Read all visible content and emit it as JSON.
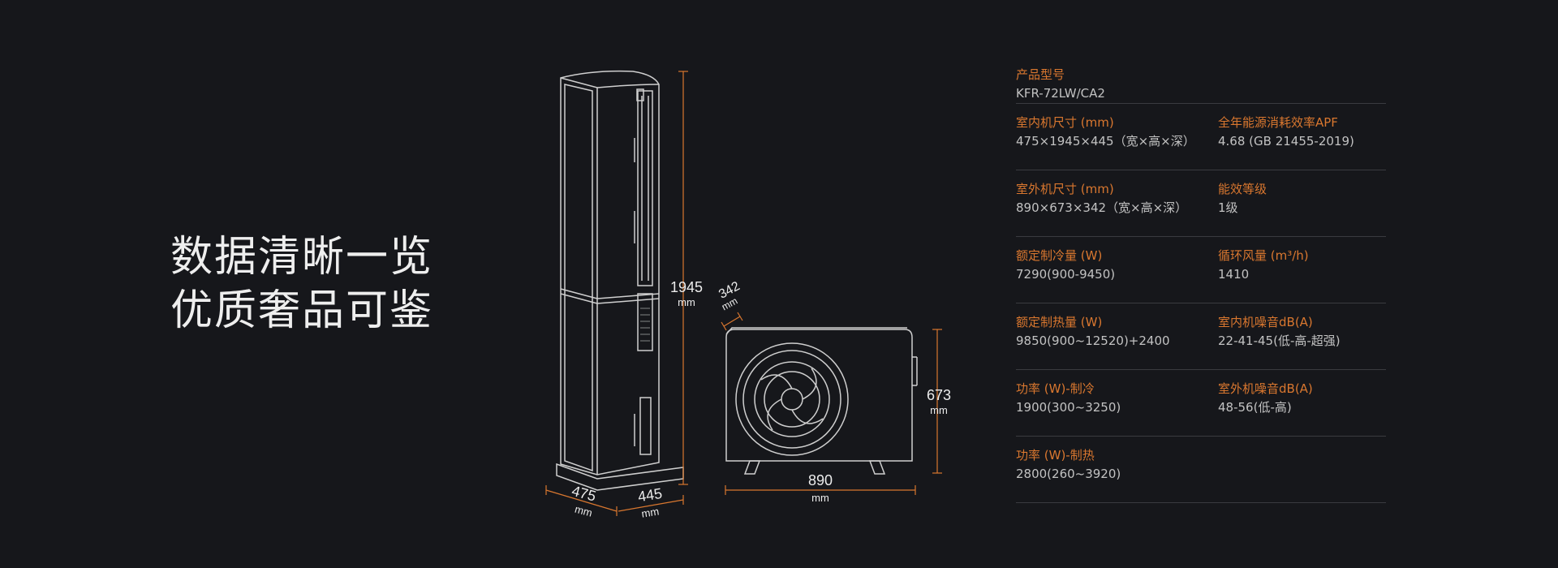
{
  "headline": {
    "line1": "数据清晰一览",
    "line2": "优质奢品可鉴"
  },
  "dimensions": {
    "indoor_height": "1945",
    "indoor_width": "475",
    "indoor_depth": "445",
    "outdoor_depth": "342",
    "outdoor_height": "673",
    "outdoor_width": "890",
    "unit": "mm"
  },
  "specs": [
    {
      "label": "产品型号",
      "value": "KFR-72LW/CA2"
    },
    {
      "label": "室内机尺寸 (mm)",
      "value": "475×1945×445（宽×高×深）"
    },
    {
      "label": "全年能源消耗效率APF",
      "value": "4.68 (GB 21455-2019)"
    },
    {
      "label": "室外机尺寸 (mm)",
      "value": "890×673×342（宽×高×深）"
    },
    {
      "label": "能效等级",
      "value": "1级"
    },
    {
      "label": "额定制冷量 (W)",
      "value": "7290(900-9450)"
    },
    {
      "label": "循环风量 (m³/h)",
      "value": "1410"
    },
    {
      "label": "额定制热量 (W)",
      "value": "9850(900~12520)+2400"
    },
    {
      "label": "室内机噪音dB(A)",
      "value": "22-41-45(低-高-超强)"
    },
    {
      "label": "功率 (W)-制冷",
      "value": "1900(300~3250)"
    },
    {
      "label": "室外机噪音dB(A)",
      "value": "48-56(低-高)"
    },
    {
      "label": "功率 (W)-制热",
      "value": "2800(260~3920)"
    }
  ],
  "colors": {
    "background": "#16171b",
    "accent": "#d9772f",
    "line": "#cfcfcf"
  }
}
